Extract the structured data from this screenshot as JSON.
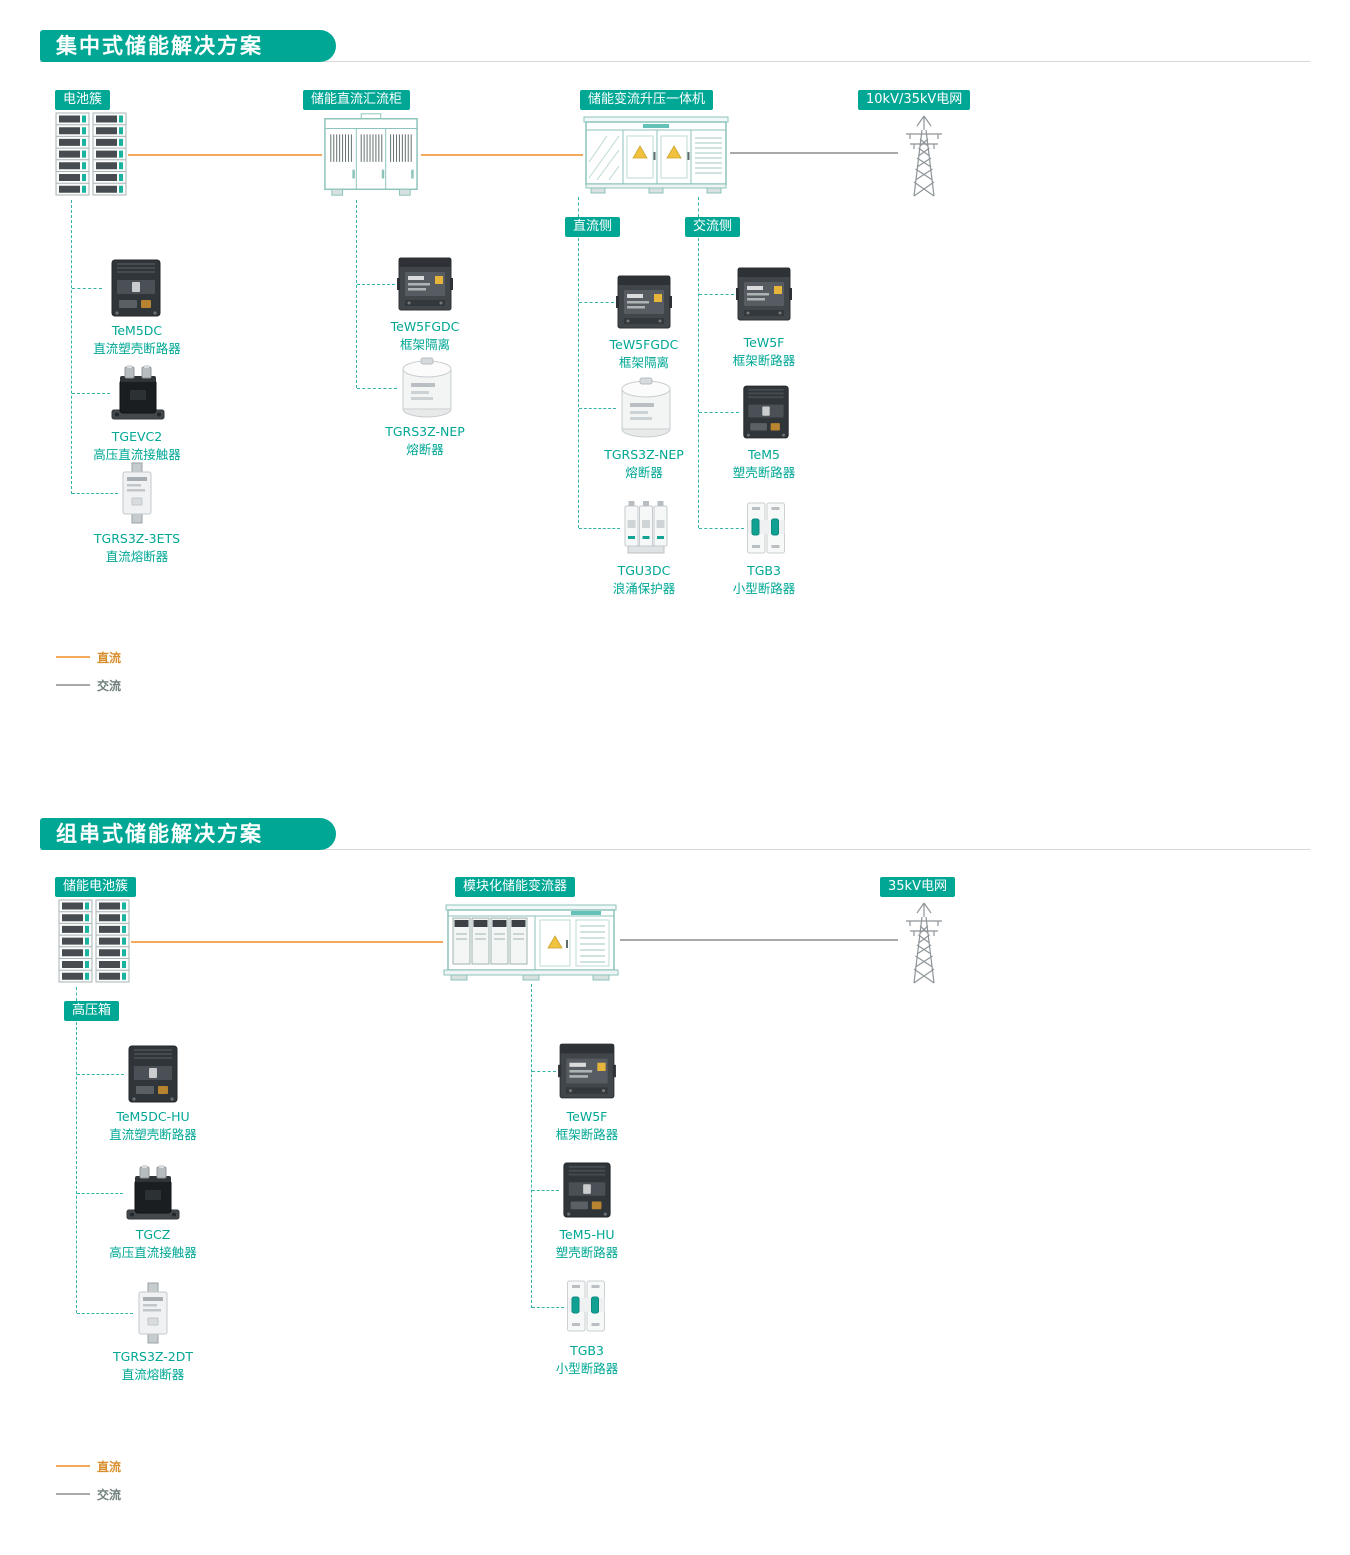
{
  "colors": {
    "teal": "#00A795",
    "dc_line": "#F2A95C",
    "ac_line": "#A9A9A9",
    "dash": "#35B4A6"
  },
  "section1": {
    "title": "集中式储能解决方案",
    "nodes": {
      "battery": {
        "label": "电池簇",
        "icon": "battery-rack-icon"
      },
      "combiner": {
        "label": "储能直流汇流柜",
        "icon": "dc-combiner-cabinet-icon"
      },
      "pcs": {
        "label": "储能变流升压一体机",
        "icon": "pcs-container-icon"
      },
      "grid": {
        "label": "10kV/35kV电网",
        "icon": "grid-tower-icon"
      }
    },
    "branches": {
      "dcside": "直流侧",
      "acside": "交流侧"
    },
    "products": {
      "battery": [
        {
          "model": "TeM5DC",
          "desc": "直流塑壳断路器",
          "icon": "molded-case-breaker-icon"
        },
        {
          "model": "TGEVC2",
          "desc": "高压直流接触器",
          "icon": "dc-contactor-icon"
        },
        {
          "model": "TGRS3Z-3ETS",
          "desc": "直流熔断器",
          "icon": "blade-fuse-icon"
        }
      ],
      "combiner": [
        {
          "model": "TeW5FGDC",
          "desc": "框架隔离",
          "icon": "frame-breaker-icon"
        },
        {
          "model": "TGRS3Z-NEP",
          "desc": "熔断器",
          "icon": "cylinder-fuse-icon"
        }
      ],
      "dcside": [
        {
          "model": "TeW5FGDC",
          "desc": "框架隔离",
          "icon": "frame-breaker-icon"
        },
        {
          "model": "TGRS3Z-NEP",
          "desc": "熔断器",
          "icon": "cylinder-fuse-icon"
        },
        {
          "model": "TGU3DC",
          "desc": "浪涌保护器",
          "icon": "surge-protector-icon"
        }
      ],
      "acside": [
        {
          "model": "TeW5F",
          "desc": "框架断路器",
          "icon": "frame-breaker-icon"
        },
        {
          "model": "TeM5",
          "desc": "塑壳断路器",
          "icon": "molded-case-breaker-icon"
        },
        {
          "model": "TGB3",
          "desc": "小型断路器",
          "icon": "mini-breaker-icon"
        }
      ]
    },
    "legend": {
      "dc": "直流",
      "ac": "交流"
    }
  },
  "section2": {
    "title": "组串式储能解决方案",
    "nodes": {
      "battery": {
        "label": "储能电池簇",
        "icon": "battery-rack-icon"
      },
      "pcs": {
        "label": "模块化储能变流器",
        "icon": "modular-pcs-icon"
      },
      "grid": {
        "label": "35kV电网",
        "icon": "grid-tower-icon"
      }
    },
    "branches": {
      "hvbox": "高压箱"
    },
    "products": {
      "hvbox": [
        {
          "model": "TeM5DC-HU",
          "desc": "直流塑壳断路器",
          "icon": "molded-case-breaker-icon"
        },
        {
          "model": "TGCZ",
          "desc": "高压直流接触器",
          "icon": "dc-contactor-icon"
        },
        {
          "model": "TGRS3Z-2DT",
          "desc": "直流熔断器",
          "icon": "blade-fuse-icon"
        }
      ],
      "pcs": [
        {
          "model": "TeW5F",
          "desc": "框架断路器",
          "icon": "frame-breaker-icon"
        },
        {
          "model": "TeM5-HU",
          "desc": "塑壳断路器",
          "icon": "molded-case-breaker-icon"
        },
        {
          "model": "TGB3",
          "desc": "小型断路器",
          "icon": "mini-breaker-icon"
        }
      ]
    },
    "legend": {
      "dc": "直流",
      "ac": "交流"
    }
  }
}
